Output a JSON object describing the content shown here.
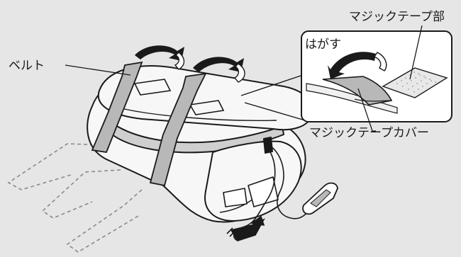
{
  "labels": {
    "belt": "ベルト",
    "velcro_part": "マジックテープ部",
    "peel": "はがす",
    "velcro_cover": "マジックテープカバー"
  },
  "colors": {
    "background": "#e6e6e6",
    "line": "#1a1a1a",
    "belt_fill": "#b8b8b8",
    "body_fill": "#f7f7f7",
    "shadow_fill": "#cfcfcf",
    "arrow_fill": "#1a1a1a",
    "inset_border": "#1a1a1a",
    "dashed": "#8a8a8a"
  },
  "icons": {
    "folding_arrows": "curved-arrow-icon",
    "peel_arrow": "curved-arrow-icon",
    "controller": "remote-controller-icon",
    "plug": "power-plug-icon"
  }
}
